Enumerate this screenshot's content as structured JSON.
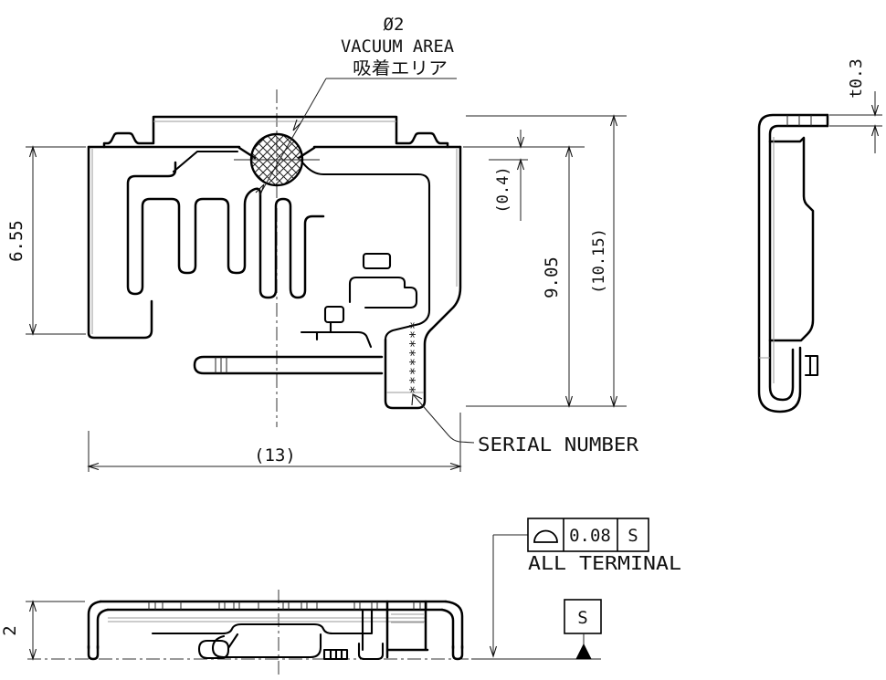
{
  "drawing": {
    "callout": {
      "diameter": "Ø2",
      "area_label_en": "VACUUM AREA",
      "area_label_jp": "吸着エリア"
    },
    "front_view": {
      "dim_left_height": "6.55",
      "dim_top_gap": "(0.4)",
      "dim_inner_height": "9.05",
      "dim_outer_height": "(10.15)",
      "dim_width": "(13)",
      "serial_label": "SERIAL NUMBER",
      "serial_marks": "********"
    },
    "side_view": {
      "dim_thickness": "t0.3"
    },
    "bottom_view": {
      "dim_height": "2"
    },
    "tolerance": {
      "symbol": "profile-of-a-surface",
      "value": "0.08",
      "datum_ref": "S",
      "note": "ALL TERMINAL",
      "datum_label": "S"
    },
    "colors": {
      "line": "#000000",
      "thin_line": "#9a9a9a",
      "background": "#ffffff"
    }
  }
}
